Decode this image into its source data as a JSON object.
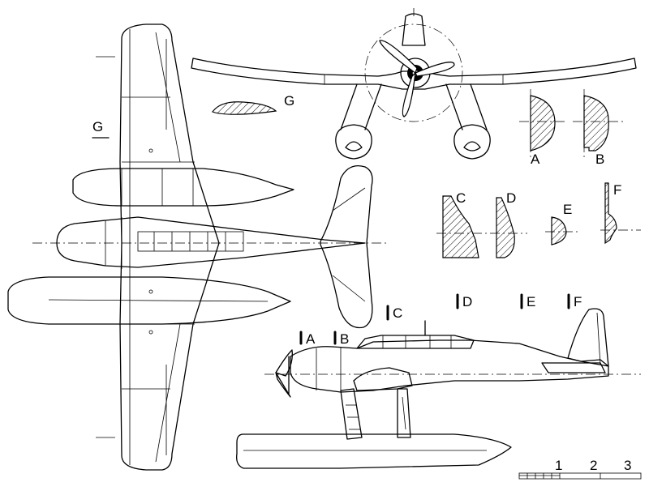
{
  "section_labels": {
    "a": "A",
    "b": "B",
    "c": "C",
    "d": "D",
    "e": "E",
    "f": "F",
    "g": "G"
  },
  "plan_marker_label": "G",
  "side_markers": {
    "a": "A",
    "b": "B",
    "c": "C",
    "d": "D",
    "e": "E",
    "f": "F"
  },
  "scale": {
    "m1": "1",
    "m2": "2",
    "m3": "3"
  },
  "colors": {
    "ink": "#000000",
    "paper": "#ffffff"
  }
}
